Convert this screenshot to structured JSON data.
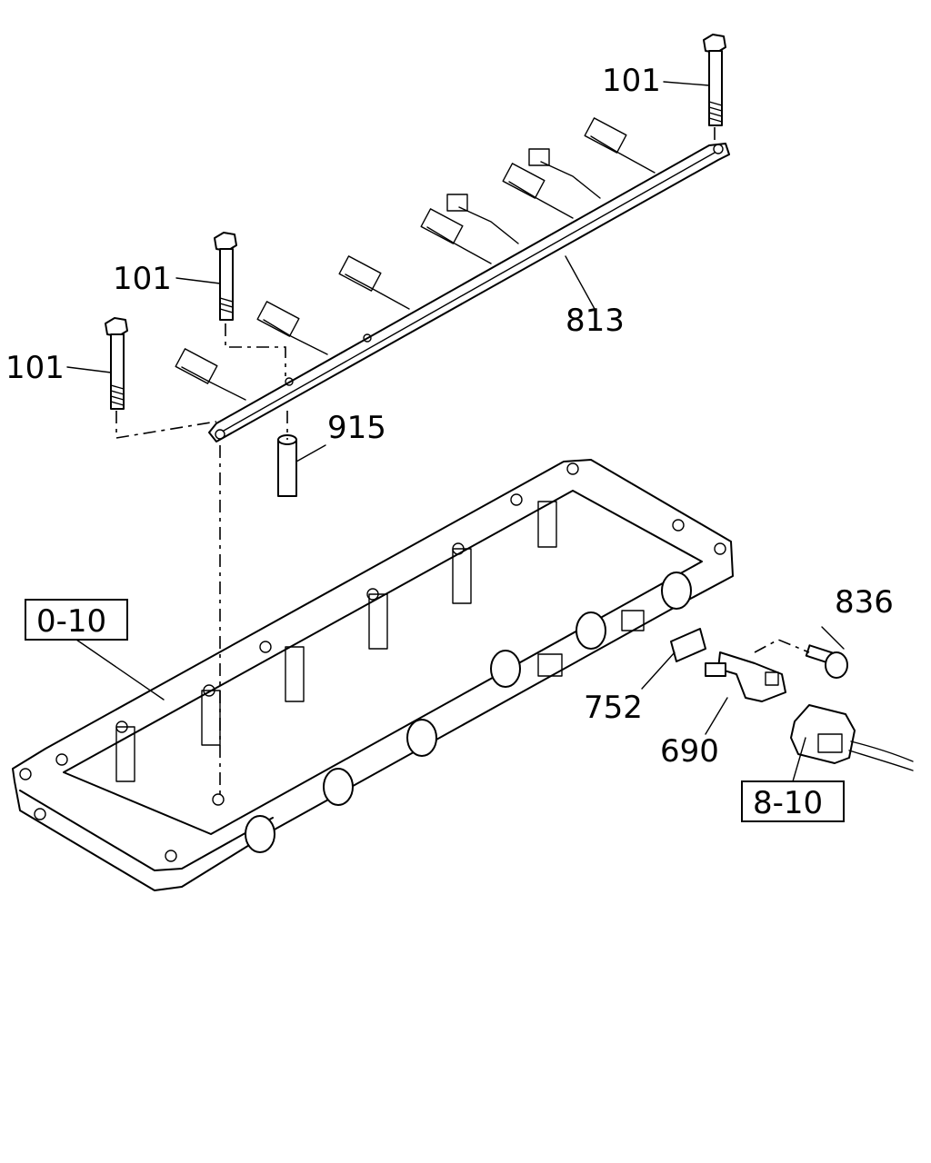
{
  "callouts": {
    "bolt_top": "101",
    "bolt_mid": "101",
    "bolt_left": "101",
    "harness": "813",
    "spacer": "915",
    "bolt_sensor": "836",
    "gasket": "752",
    "sensor": "690"
  },
  "refs": {
    "cover": "0-10",
    "connector": "8-10"
  }
}
